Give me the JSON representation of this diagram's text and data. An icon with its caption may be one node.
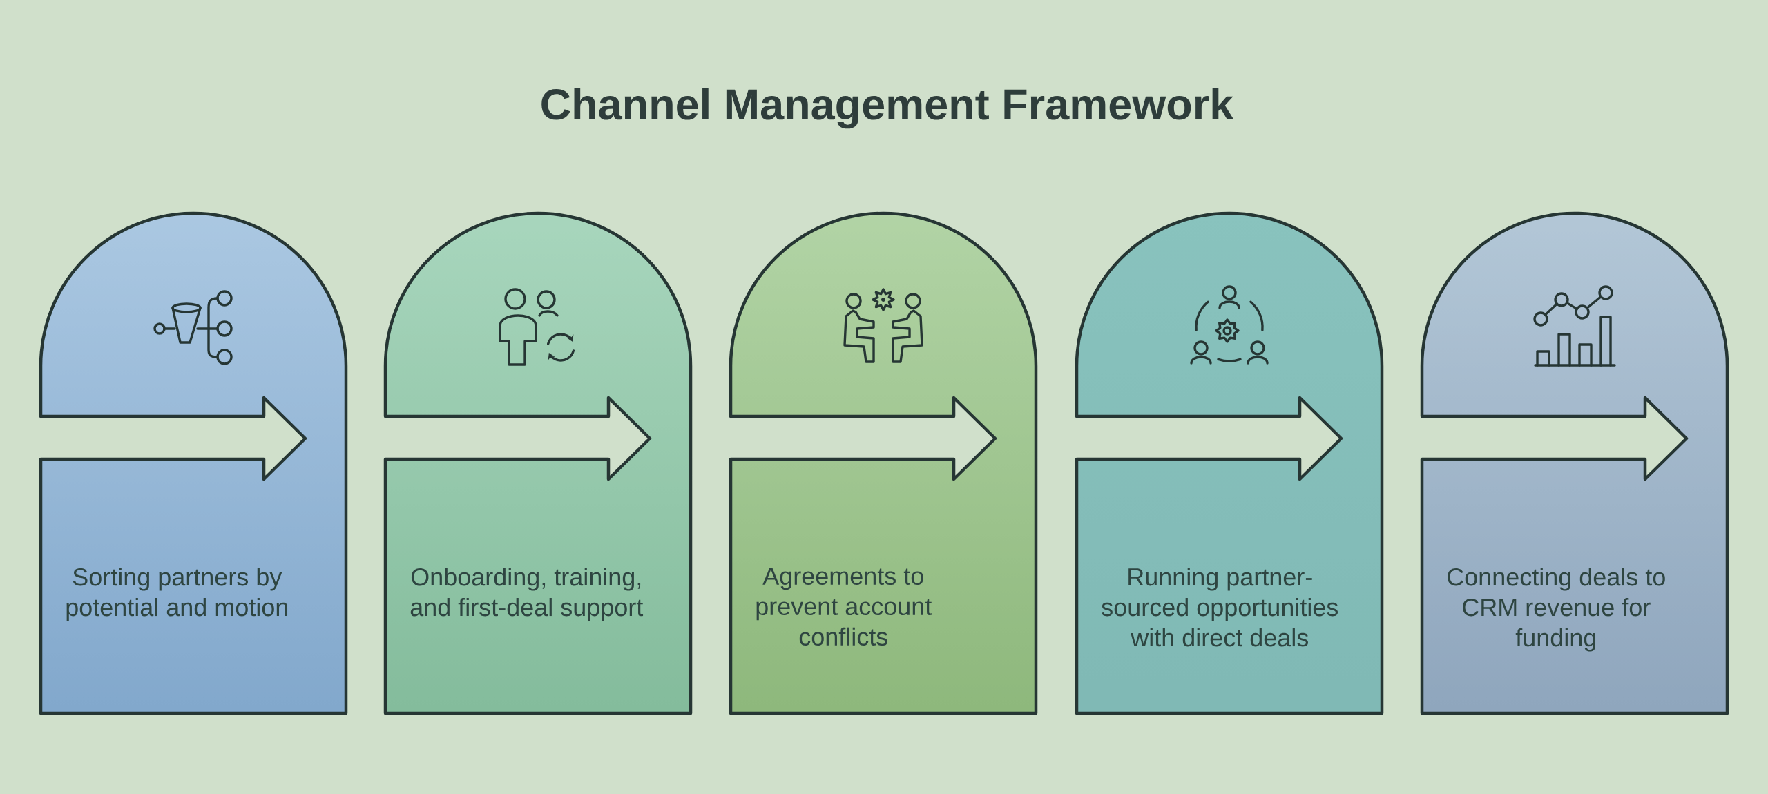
{
  "diagram": {
    "title": "Channel Management Framework",
    "nodes": [
      {
        "text": [
          "Sorting partners by potential and motion"
        ]
      },
      {
        "text": [
          "Onboarding, training, and first-deal support"
        ]
      },
      {
        "text": [
          "Agreements to prevent account conflicts"
        ]
      },
      {
        "text": [
          "Running partner-sourced opportunities with direct deals"
        ]
      },
      {
        "text": [
          "Connecting deals to CRM revenue for funding"
        ]
      }
    ]
  }
}
